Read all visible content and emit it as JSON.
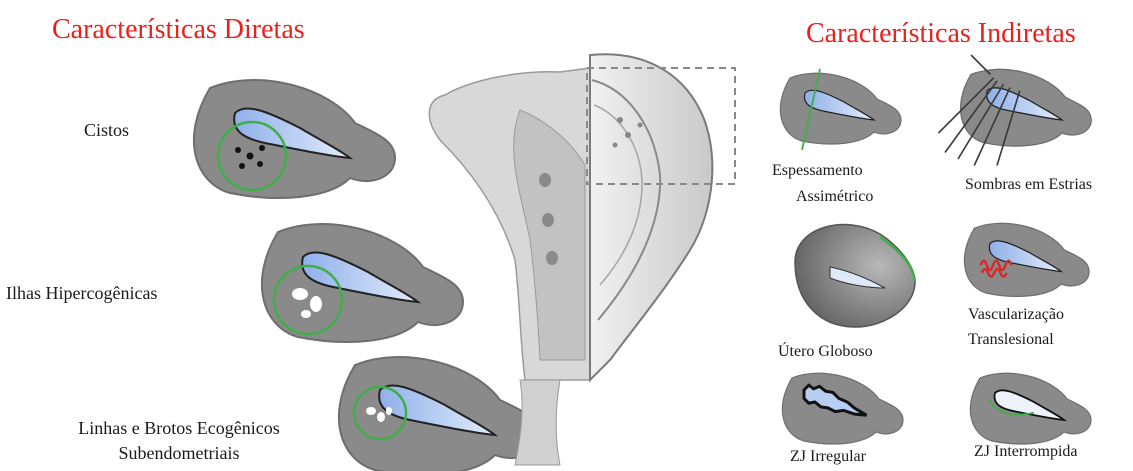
{
  "headings": {
    "direct": "Características Diretas",
    "indirect": "Características Indiretas"
  },
  "direct_features": [
    {
      "label": "Cistos"
    },
    {
      "label": "Ilhas Hipercogênicas"
    },
    {
      "label_line1": "Linhas e Brotos Ecogênicos",
      "label_line2": "Subendometriais"
    }
  ],
  "indirect_features": [
    {
      "label_line1": "Espessamento",
      "label_line2": "Assimétrico"
    },
    {
      "label": "Sombras em Estrias"
    },
    {
      "label": "Útero Globoso"
    },
    {
      "label_line1": "Vascularização",
      "label_line2": "Translesional"
    },
    {
      "label": "ZJ Irregular"
    },
    {
      "label": "ZJ Interrompida"
    }
  ],
  "colors": {
    "heading": "#e8211e",
    "uterus_gray": "#8a8a8a",
    "uterus_outline": "#6e6e6e",
    "cavity_blue": "#b9cdf2",
    "highlight_green": "#3fae49",
    "vessel_red": "#d42a2a"
  }
}
